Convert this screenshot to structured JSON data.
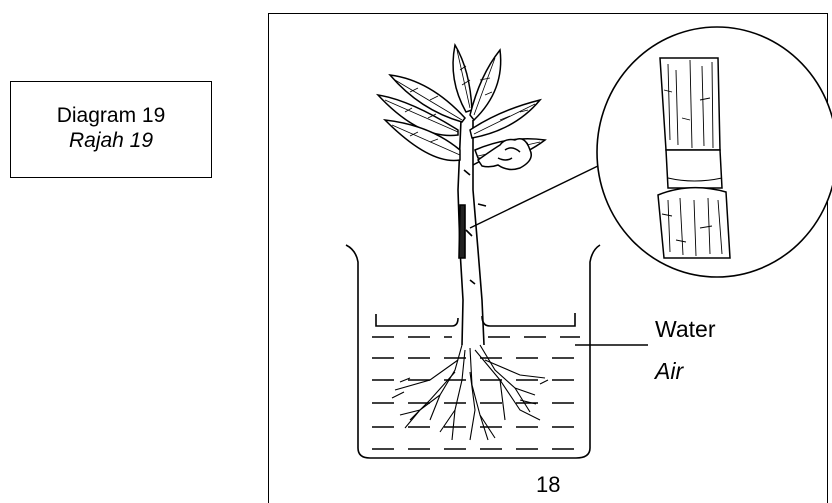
{
  "caption": {
    "title": "Diagram 19",
    "title_translation": "Rajah 19"
  },
  "labels": {
    "water": "Water",
    "water_translation": "Air"
  },
  "page_number": "18"
}
